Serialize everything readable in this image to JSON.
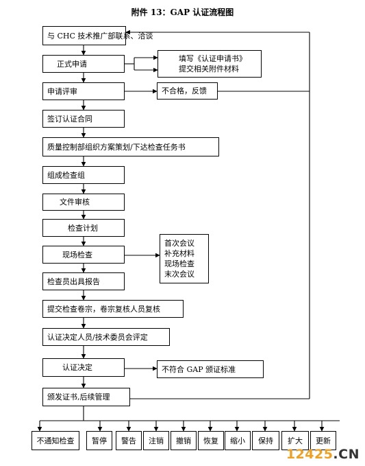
{
  "title": "附件 13：GAP 认证流程图",
  "steps": [
    "与 CHC 技术推广部联系、洽谈",
    "正式申请",
    "申请评审",
    "签订认证合同",
    "质量控制部组织方案策划/下达检查任务书",
    "组成检查组",
    "文件审核",
    "检查计划",
    "现场检查",
    "检查员出具报告",
    "提交检查卷宗，卷宗复核人员复核",
    "认证决定人员/技术委员会评定",
    "认证决定",
    "颁发证书,后续管理"
  ],
  "side": {
    "application_docs": [
      "填写《认证申请书》",
      "提交相关附件材料"
    ],
    "review_fail": "不合格，反馈",
    "inspection_items": [
      "首次会议",
      "补充材料",
      "现场检查",
      "末次会议"
    ],
    "decision_fail": "不符合 GAP 颁证标准"
  },
  "outcomes": [
    "不通知检查",
    "暂停",
    "警告",
    "注销",
    "撤销",
    "恢复",
    "缩小",
    "保持",
    "扩大",
    "更新"
  ],
  "watermark": {
    "part1": "12425",
    "part2": ".CN"
  }
}
